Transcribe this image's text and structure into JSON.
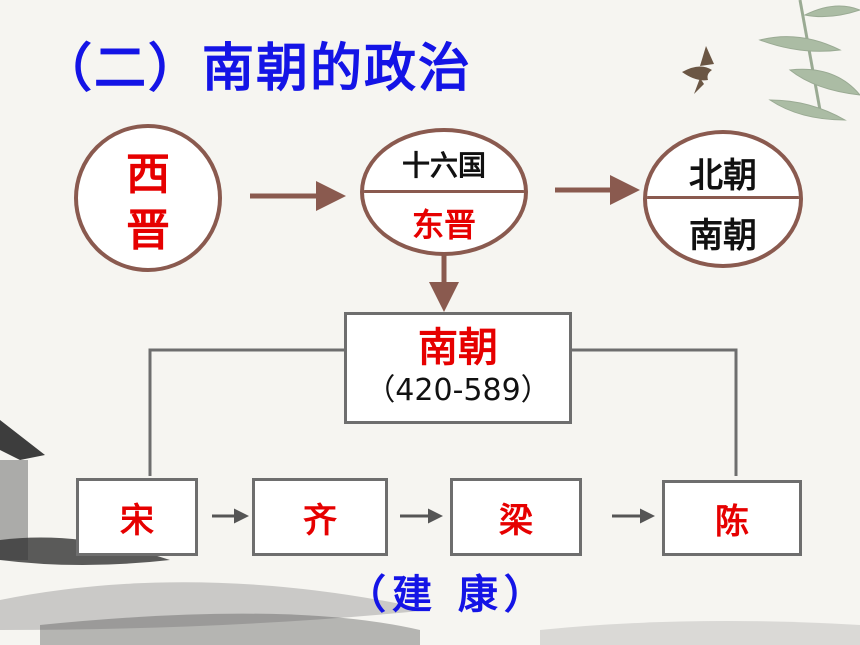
{
  "title": "（二）南朝的政治",
  "circles": {
    "xijin": {
      "line1": "西",
      "line2": "晋"
    },
    "middle": {
      "top": "十六国",
      "bottom": "东晋"
    },
    "right": {
      "top": "北朝",
      "bottom": "南朝"
    }
  },
  "center_box": {
    "name": "南朝",
    "years": "（420-589）"
  },
  "dynasties": [
    "宋",
    "齐",
    "梁",
    "陈"
  ],
  "capital": "（建 康）",
  "colors": {
    "title": "#1414e6",
    "accent_red": "#e60000",
    "circle_border": "#8a5a4f",
    "box_border": "#6e6e6e"
  }
}
